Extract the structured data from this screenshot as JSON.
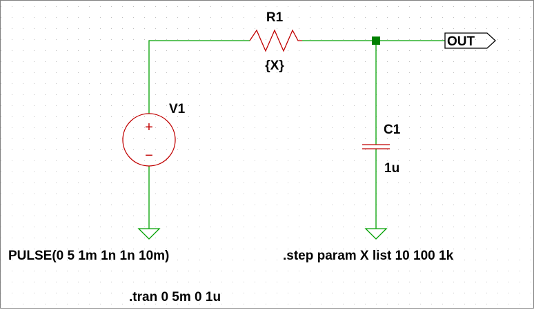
{
  "schematic": {
    "resistor": {
      "ref": "R1",
      "value": "{X}"
    },
    "capacitor": {
      "ref": "C1",
      "value": "1u"
    },
    "source": {
      "ref": "V1",
      "value": "PULSE(0 5 1m 1n 1n 10m)",
      "plus": "+",
      "minus": "−"
    },
    "output_port": {
      "label": "OUT"
    },
    "directives": {
      "step": ".step param X list 10 100 1k",
      "tran": ".tran 0 5m 0 1u"
    }
  },
  "colors": {
    "wire": "#00a000",
    "component": "#c00000",
    "node": "#008000",
    "grid": "#c0c0c0",
    "frame": "#808080"
  }
}
